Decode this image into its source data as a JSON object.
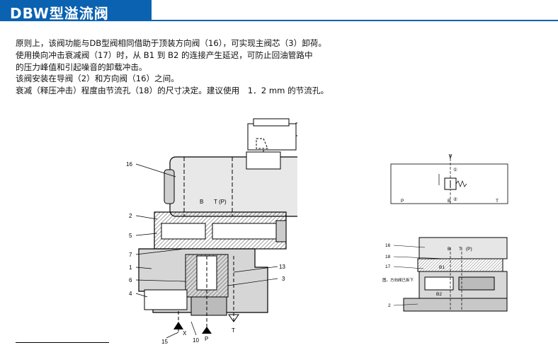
{
  "header": {
    "title": "DBW型溢流阀"
  },
  "paragraphs": [
    "原则上，该阀功能与DB型阀相同借助于顶装方向阀（16），可实现主阀芯（3）卸荷。",
    "使用换向冲击衰减阀（17）时，从 B1 到 B2 的连接产生延迟，可防止回油管路中",
    "的压力峰值和引起噪音的卸载冲击。",
    "该阀安装在导阀（2）和方向阀（16）之间。",
    "衰减（释压冲击）程度由节流孔（18）的尺寸决定。建议使用　1．2 mm 的节流孔。"
  ],
  "main_drawing": {
    "callouts": [
      "16",
      "2",
      "5",
      "7",
      "1",
      "6",
      "4",
      "13",
      "3",
      "15",
      "10"
    ],
    "ports": {
      "b": "B",
      "t": "T (P)",
      "x": "X",
      "p": "P",
      "t2": "T"
    }
  },
  "symbol": {
    "p": "P",
    "b": "B",
    "t": "T",
    "n1": "①",
    "n2": "②"
  },
  "detail": {
    "callouts": [
      "16",
      "18",
      "17",
      "2"
    ],
    "labels": {
      "b": "B",
      "t": "T",
      "tp": "(P)",
      "b1": "B1",
      "b2": "B2"
    },
    "note": "图。方向阀已拆下"
  }
}
